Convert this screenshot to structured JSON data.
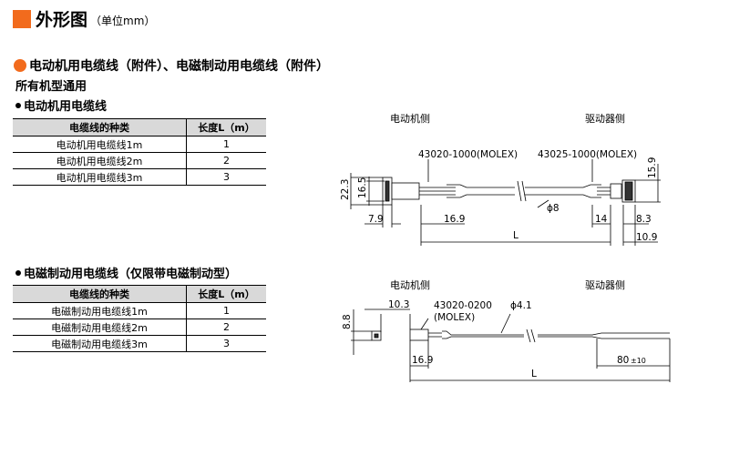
{
  "colors": {
    "accent": "#f26b1d"
  },
  "title": {
    "main": "外形图",
    "unit": "（单位mm）"
  },
  "section": {
    "heading": "电动机用电缆线（附件）、电磁制动用电缆线（附件）",
    "subheading": "所有机型通用"
  },
  "motor_cable": {
    "heading": "电动机用电缆线",
    "columns": [
      "电缆线的种类",
      "长度L（m）"
    ],
    "rows": [
      [
        "电动机用电缆线1m",
        "1"
      ],
      [
        "电动机用电缆线2m",
        "2"
      ],
      [
        "电动机用电缆线3m",
        "3"
      ]
    ],
    "drawing": {
      "motor_side": "电动机侧",
      "driver_side": "驱动器侧",
      "connector_left": "43020-1000(MOLEX)",
      "connector_right": "43025-1000(MOLEX)",
      "dims": {
        "d22_3": "22.3",
        "d16_5": "16.5",
        "d7_9": "7.9",
        "d16_9": "16.9",
        "dia": "ϕ8",
        "d14": "14",
        "d8_3": "8.3",
        "d10_9": "10.9",
        "d15_9": "15.9",
        "L": "L"
      }
    }
  },
  "brake_cable": {
    "heading": "电磁制动用电缆线（仅限带电磁制动型）",
    "columns": [
      "电缆线的种类",
      "长度L（m）"
    ],
    "rows": [
      [
        "电磁制动用电缆线1m",
        "1"
      ],
      [
        "电磁制动用电缆线2m",
        "2"
      ],
      [
        "电磁制动用电缆线3m",
        "3"
      ]
    ],
    "drawing": {
      "motor_side": "电动机侧",
      "driver_side": "驱动器侧",
      "connector": "43020-0200",
      "connector_maker": "(MOLEX)",
      "dims": {
        "d10_3": "10.3",
        "d8_8": "8.8",
        "dia": "ϕ4.1",
        "d16_9": "16.9",
        "d80": "80",
        "d80_tol": "±10",
        "L": "L"
      }
    }
  }
}
